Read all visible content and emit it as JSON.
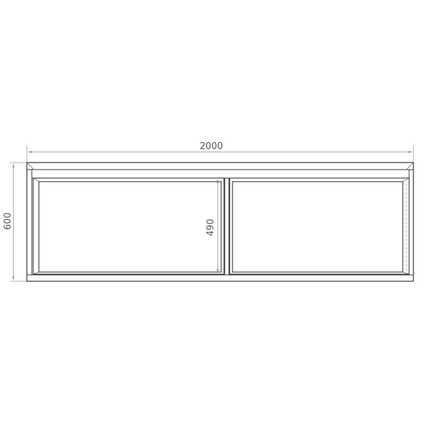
{
  "drawing": {
    "dimensions": {
      "overall_width": "2000",
      "overall_height": "600",
      "inner_height": "490"
    },
    "colors": {
      "line": "#333333",
      "dimension_line": "#888888",
      "dimension_text": "#555555"
    }
  }
}
